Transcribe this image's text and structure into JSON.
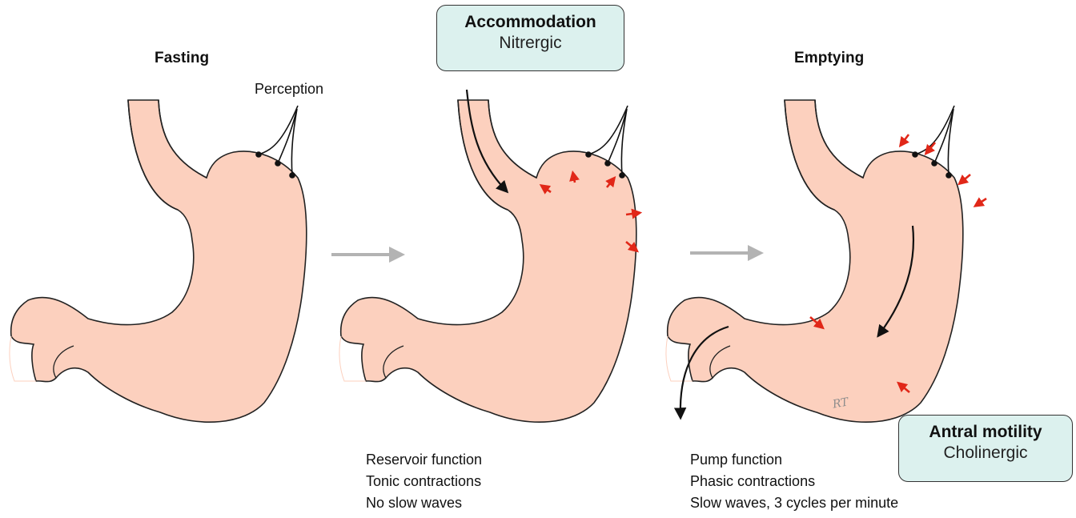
{
  "panels": {
    "fasting": {
      "title": "Fasting"
    },
    "accommodation": {
      "title": "Accommodation",
      "subtitle": "Nitrergic"
    },
    "emptying": {
      "title": "Emptying"
    }
  },
  "perception_label": "Perception",
  "antral_box": {
    "title": "Antral motility",
    "subtitle": "Cholinergic"
  },
  "reservoir_list": [
    "Reservoir function",
    "Tonic contractions",
    "No slow waves"
  ],
  "pump_list": [
    "Pump function",
    "Phasic contractions",
    "Slow waves, 3 cycles per minute"
  ],
  "signature": "RT",
  "colors": {
    "stomach_fill": "#fcd0be",
    "esophagus": "#f08f78",
    "box_fill": "#dcf1ee",
    "red_arrow": "#e12718",
    "grey_arrow": "#b3b3b3"
  },
  "icons": [
    "stomach-illustration",
    "nerve-fibers-icon",
    "flow-arrow-icon",
    "contraction-arrow-icon",
    "transition-arrow-icon"
  ]
}
